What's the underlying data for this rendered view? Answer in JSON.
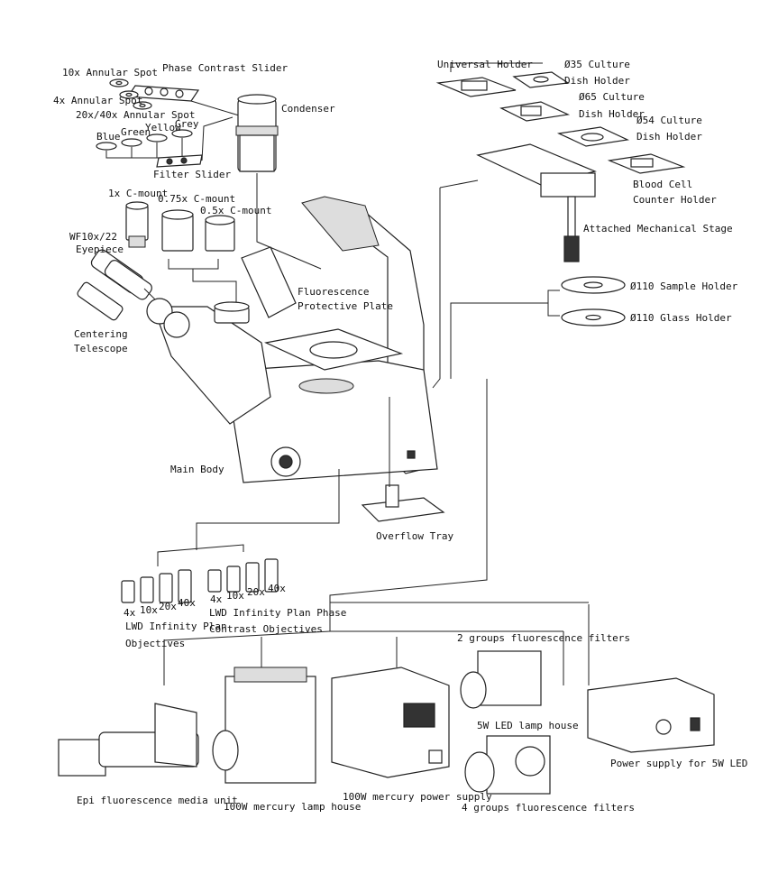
{
  "labels": {
    "annular_10x": "10x Annular Spot",
    "phase_slider": "Phase Contrast Slider",
    "annular_4x": "4x Annular Spot",
    "annular_20_40": "20x/40x Annular Spot",
    "grey": "Grey",
    "blue": "Blue",
    "green": "Green",
    "yellow": "Yellow",
    "filter_slider": "Filter Slider",
    "condenser": "Condenser",
    "cmount_1x": "1x C-mount",
    "cmount_075": "0.75x C-mount",
    "cmount_05": "0.5x C-mount",
    "eyepiece_1": "WF10x/22",
    "eyepiece_2": "Eyepiece",
    "centering_1": "Centering",
    "centering_2": "Telescope",
    "fluor_plate_1": "Fluorescence",
    "fluor_plate_2": "Protective Plate",
    "main_body": "Main Body",
    "universal_holder": "Universal Holder",
    "dish35_1": "Ø35 Culture",
    "dish35_2": "Dish Holder",
    "dish65_1": "Ø65 Culture",
    "dish65_2": "Dish Holder",
    "dish54_1": "Ø54 Culture",
    "dish54_2": "Dish Holder",
    "blood_cell_1": "Blood Cell",
    "blood_cell_2": "Counter Holder",
    "mech_stage": "Attached Mechanical Stage",
    "sample_holder": "Ø110 Sample Holder",
    "glass_holder": "Ø110 Glass Holder",
    "overflow_tray": "Overflow Tray",
    "obj_4x": "4x",
    "obj_10x": "10x",
    "obj_20x": "20x",
    "obj_40x": "40x",
    "lwd_plan_1": "LWD Infinity Plan",
    "lwd_plan_2": "Objectives",
    "lwd_phase_1": "LWD Infinity Plan Phase",
    "lwd_phase_2": "Contrast Objectives",
    "filters_2": "2 groups fluorescence filters",
    "led_lamp": "5W LED lamp house",
    "filters_4": "4 groups fluorescence filters",
    "epi_unit": "Epi fluorescence media unit",
    "mercury_lamp": "100W mercury lamp house",
    "mercury_power": "100W mercury power supply",
    "led_power": "Power supply for 5W LED"
  }
}
